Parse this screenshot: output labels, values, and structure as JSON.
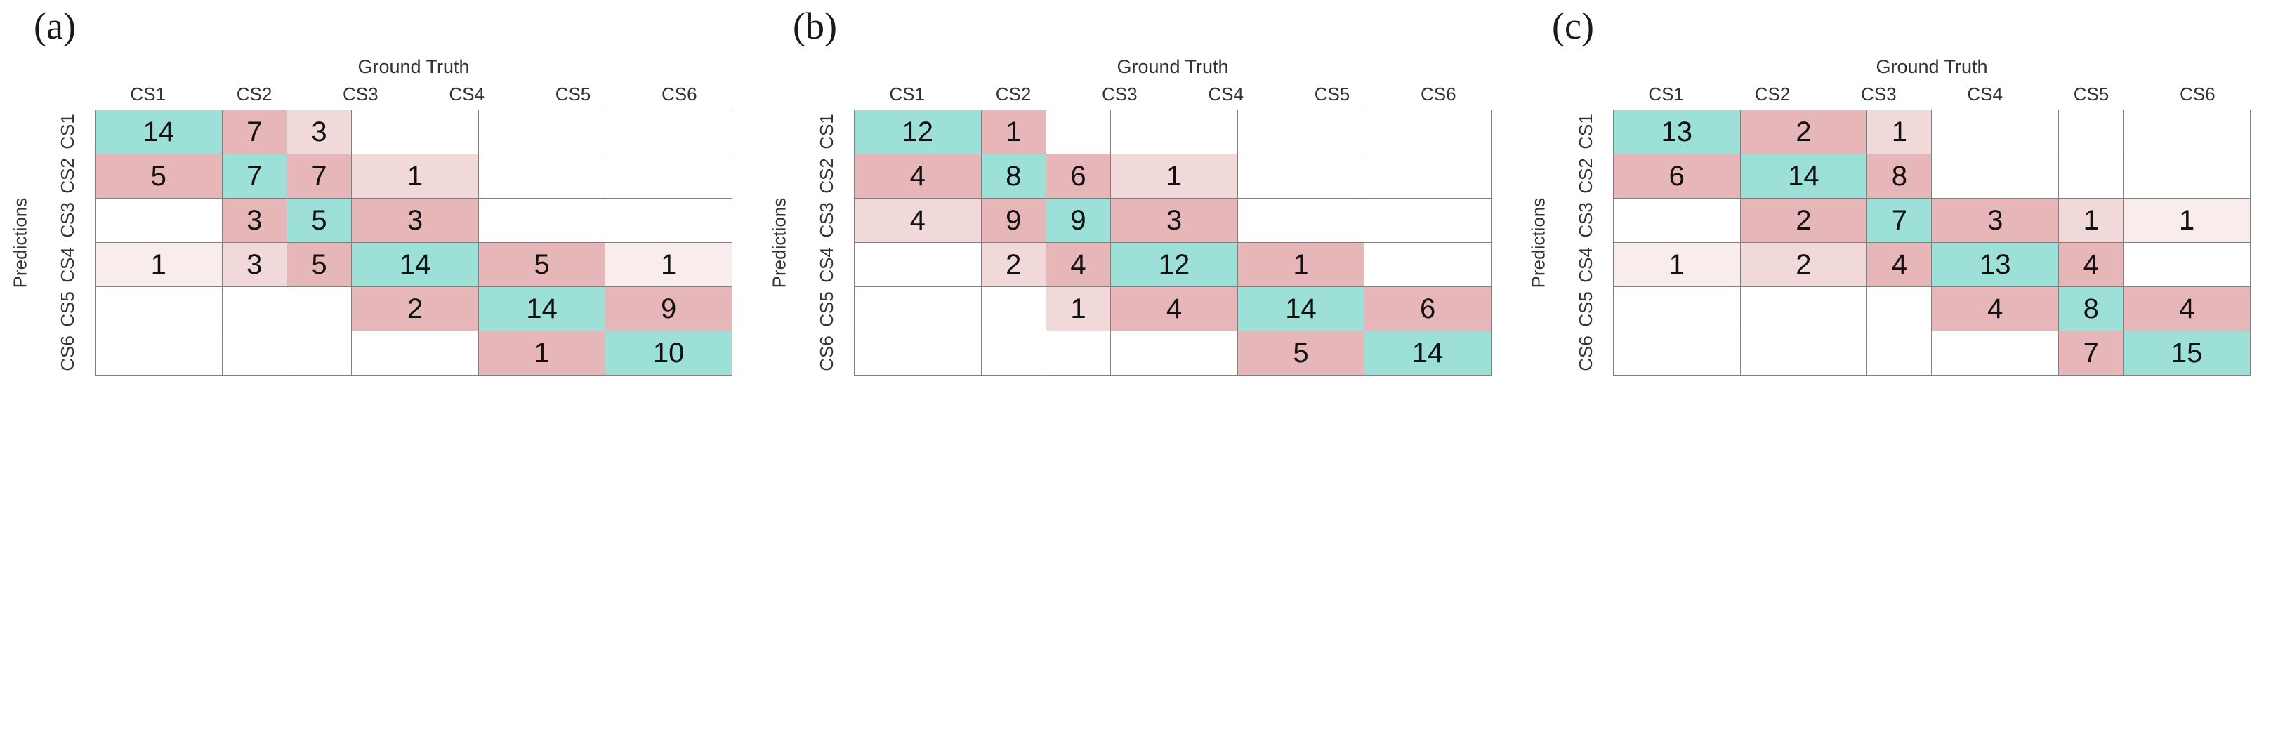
{
  "figure": {
    "classes": [
      "CS1",
      "CS2",
      "CS3",
      "CS4",
      "CS5",
      "CS6"
    ],
    "ground_truth_label": "Ground Truth",
    "predictions_label": "Predictions",
    "colors": {
      "diagonal_teal": "#9ce0d7",
      "error_pink": "#e7b6b8",
      "error_pink_light": "#f1d8d9",
      "error_pink_lightest": "#f9ecec",
      "empty": "#ffffff",
      "grid_line": "#808080"
    }
  },
  "chart_data": [
    {
      "type": "heatmap",
      "title": "(a)",
      "xlabel": "Ground Truth",
      "ylabel": "Predictions",
      "categories": [
        "CS1",
        "CS2",
        "CS3",
        "CS4",
        "CS5",
        "CS6"
      ],
      "rows": [
        "CS1",
        "CS2",
        "CS3",
        "CS4",
        "CS5",
        "CS6"
      ],
      "values": [
        [
          14,
          7,
          3,
          null,
          null,
          null
        ],
        [
          5,
          7,
          7,
          1,
          null,
          null
        ],
        [
          null,
          3,
          5,
          3,
          null,
          null
        ],
        [
          1,
          3,
          5,
          14,
          5,
          1
        ],
        [
          null,
          null,
          null,
          2,
          14,
          9
        ],
        [
          null,
          null,
          null,
          null,
          1,
          10
        ]
      ],
      "shades": [
        [
          "d",
          "3",
          "2",
          "0",
          "0",
          "0"
        ],
        [
          "3",
          "d",
          "3",
          "2",
          "0",
          "0"
        ],
        [
          "0",
          "3",
          "d",
          "3",
          "0",
          "0"
        ],
        [
          "1",
          "2",
          "3",
          "d",
          "3",
          "1"
        ],
        [
          "0",
          "0",
          "0",
          "3",
          "d",
          "3"
        ],
        [
          "0",
          "0",
          "0",
          "0",
          "3",
          "d"
        ]
      ]
    },
    {
      "type": "heatmap",
      "title": "(b)",
      "xlabel": "Ground Truth",
      "ylabel": "Predictions",
      "categories": [
        "CS1",
        "CS2",
        "CS3",
        "CS4",
        "CS5",
        "CS6"
      ],
      "rows": [
        "CS1",
        "CS2",
        "CS3",
        "CS4",
        "CS5",
        "CS6"
      ],
      "values": [
        [
          12,
          1,
          null,
          null,
          null,
          null
        ],
        [
          4,
          8,
          6,
          1,
          null,
          null
        ],
        [
          4,
          9,
          9,
          3,
          null,
          null
        ],
        [
          null,
          2,
          4,
          12,
          1,
          null
        ],
        [
          null,
          null,
          1,
          4,
          14,
          6
        ],
        [
          null,
          null,
          null,
          null,
          5,
          14
        ]
      ],
      "shades": [
        [
          "d",
          "3",
          "0",
          "0",
          "0",
          "0"
        ],
        [
          "3",
          "d",
          "3",
          "2",
          "0",
          "0"
        ],
        [
          "2",
          "3",
          "d",
          "3",
          "0",
          "0"
        ],
        [
          "0",
          "2",
          "3",
          "d",
          "3",
          "0"
        ],
        [
          "0",
          "0",
          "2",
          "3",
          "d",
          "3"
        ],
        [
          "0",
          "0",
          "0",
          "0",
          "3",
          "d"
        ]
      ]
    },
    {
      "type": "heatmap",
      "title": "(c)",
      "xlabel": "Ground Truth",
      "ylabel": "Predictions",
      "categories": [
        "CS1",
        "CS2",
        "CS3",
        "CS4",
        "CS5",
        "CS6"
      ],
      "rows": [
        "CS1",
        "CS2",
        "CS3",
        "CS4",
        "CS5",
        "CS6"
      ],
      "values": [
        [
          13,
          2,
          1,
          null,
          null,
          null
        ],
        [
          6,
          14,
          8,
          null,
          null,
          null
        ],
        [
          null,
          2,
          7,
          3,
          1,
          1
        ],
        [
          1,
          2,
          4,
          13,
          4,
          null
        ],
        [
          null,
          null,
          null,
          4,
          8,
          4
        ],
        [
          null,
          null,
          null,
          null,
          7,
          15
        ]
      ],
      "shades": [
        [
          "d",
          "3",
          "2",
          "0",
          "0",
          "0"
        ],
        [
          "3",
          "d",
          "3",
          "0",
          "0",
          "0"
        ],
        [
          "0",
          "3",
          "d",
          "3",
          "2",
          "1"
        ],
        [
          "1",
          "2",
          "3",
          "d",
          "3",
          "0"
        ],
        [
          "0",
          "0",
          "0",
          "3",
          "d",
          "3"
        ],
        [
          "0",
          "0",
          "0",
          "0",
          "3",
          "d"
        ]
      ]
    }
  ]
}
